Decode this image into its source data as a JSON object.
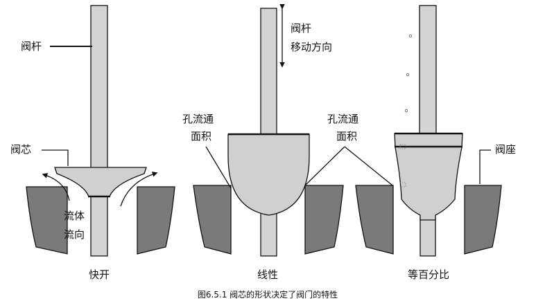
{
  "colors": {
    "stem": "#d4d4d4",
    "plug": "#d0d0d0",
    "seat": "#7a7a7a",
    "line": "#111111"
  },
  "labels": {
    "stem": "阀杆",
    "stem_motion_line1": "阀杆",
    "stem_motion_line2": "移动方向",
    "plug": "阀芯",
    "flow_line1": "流体",
    "flow_line2": "流向",
    "area_left_line1": "孔流通",
    "area_left_line2": "面积",
    "area_right_line1": "孔流通",
    "area_right_line2": "面积",
    "seat": "阀座"
  },
  "panels": {
    "quick_open": "快开",
    "linear": "线性",
    "equal_percentage": "等百分比"
  },
  "caption": "图6.5.1 阀芯的形状决定了阀门的特性"
}
